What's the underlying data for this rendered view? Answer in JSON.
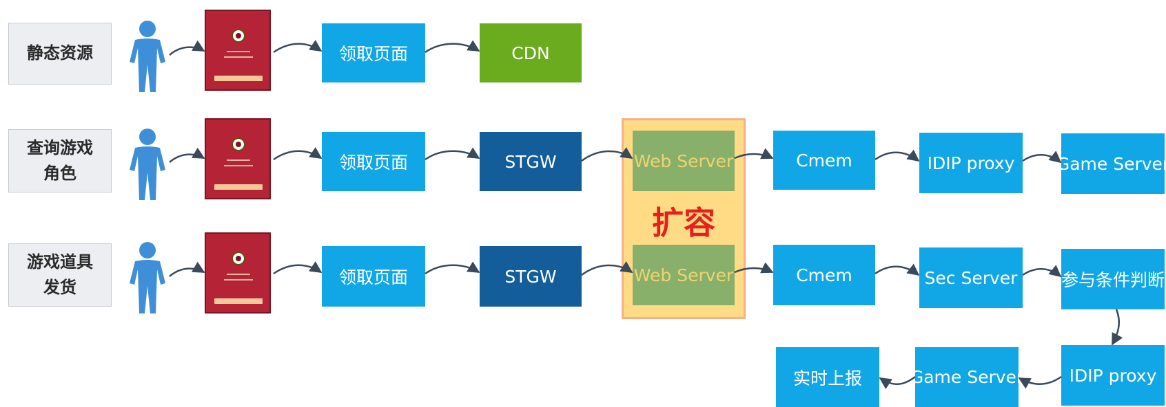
{
  "rows": [
    {
      "label": "静态资源"
    },
    {
      "label": "查询游戏\n角色"
    },
    {
      "label": "游戏道具\n发货"
    }
  ],
  "nodes": {
    "r1_page": "领取页面",
    "r1_cdn": "CDN",
    "r2_page": "领取页面",
    "r2_stgw": "STGW",
    "r2_web": "Web Server",
    "r2_cmem": "Cmem",
    "r2_idip": "IDIP proxy",
    "r2_game": "Game Server",
    "r3_page": "领取页面",
    "r3_stgw": "STGW",
    "r3_web": "Web Server",
    "r3_cmem": "Cmem",
    "r3_sec": "Sec Server",
    "r3_judge": "参与条件判断",
    "r4_idip": "IDIP proxy",
    "r4_game": "Game Server",
    "r4_report": "实时上报"
  },
  "scale_label": "扩容",
  "colors": {
    "light_blue": "#11a7e6",
    "dark_blue": "#125d9a",
    "green": "#6aac1e",
    "web_server_green": "#88b06b",
    "web_server_text": "#f0d370",
    "highlight": "#fedb84",
    "scale_text": "#e8201c",
    "person": "#3f8fd8",
    "envelope": "#b52436"
  },
  "icons": [
    "person-icon",
    "red-envelope-icon"
  ]
}
